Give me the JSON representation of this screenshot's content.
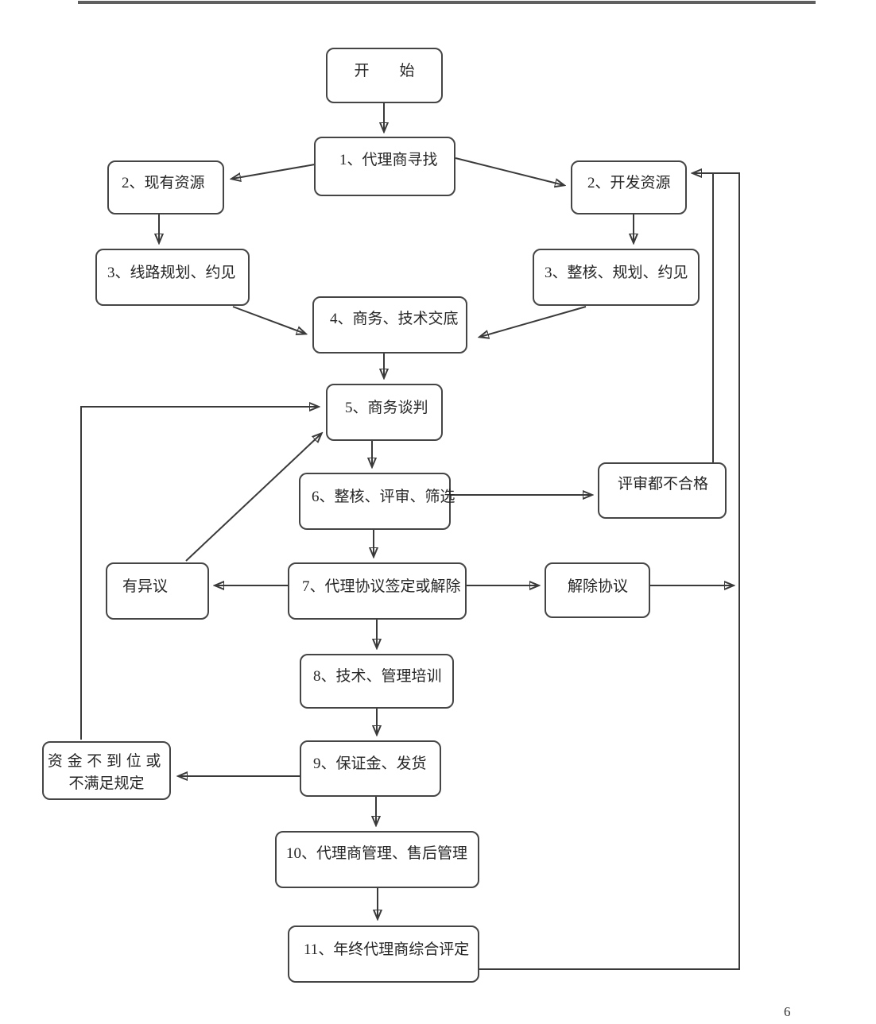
{
  "page": {
    "page_number": "6"
  },
  "nodes": {
    "start": {
      "label": "开　　始"
    },
    "n1": {
      "label": "1、代理商寻找"
    },
    "n2_existing": {
      "label": "2、现有资源"
    },
    "n2_develop": {
      "label": "2、开发资源"
    },
    "n3_route": {
      "label": "3、线路规划、约见"
    },
    "n3_verify": {
      "label": "3、整核、规划、约见"
    },
    "n4": {
      "label": "4、商务、技术交底"
    },
    "n5": {
      "label": "5、商务谈判"
    },
    "n6": {
      "label": "6、整核、评审、筛选"
    },
    "review_fail": {
      "label": "评审都不合格"
    },
    "n7": {
      "label": "7、代理协议签定或解除"
    },
    "objection": {
      "label": "有异议"
    },
    "terminate": {
      "label": "解除协议"
    },
    "n8": {
      "label": "8、技术、管理培训"
    },
    "n9": {
      "label": "9、保证金、发货"
    },
    "funds_fail": {
      "line1": "资金不到位或",
      "line2": "不满足规定"
    },
    "n10": {
      "label": "10、代理商管理、售后管理"
    },
    "n11": {
      "label": "11、年终代理商综合评定"
    }
  },
  "edges": [
    {
      "from": "start",
      "to": "n1"
    },
    {
      "from": "n1",
      "to": "n2_existing"
    },
    {
      "from": "n1",
      "to": "n2_develop"
    },
    {
      "from": "n2_existing",
      "to": "n3_route"
    },
    {
      "from": "n2_develop",
      "to": "n3_verify"
    },
    {
      "from": "n3_route",
      "to": "n4"
    },
    {
      "from": "n3_verify",
      "to": "n4"
    },
    {
      "from": "n4",
      "to": "n5"
    },
    {
      "from": "n5",
      "to": "n6"
    },
    {
      "from": "n6",
      "to": "review_fail"
    },
    {
      "from": "review_fail",
      "to": "n2_develop"
    },
    {
      "from": "n6",
      "to": "n7"
    },
    {
      "from": "n7",
      "to": "objection"
    },
    {
      "from": "objection",
      "to": "n5"
    },
    {
      "from": "n7",
      "to": "terminate"
    },
    {
      "from": "terminate",
      "to": "n2_develop"
    },
    {
      "from": "n7",
      "to": "n8"
    },
    {
      "from": "n8",
      "to": "n9"
    },
    {
      "from": "n9",
      "to": "funds_fail"
    },
    {
      "from": "funds_fail",
      "to": "n5"
    },
    {
      "from": "n9",
      "to": "n10"
    },
    {
      "from": "n10",
      "to": "n11"
    },
    {
      "from": "n11",
      "to": "n2_develop"
    }
  ]
}
